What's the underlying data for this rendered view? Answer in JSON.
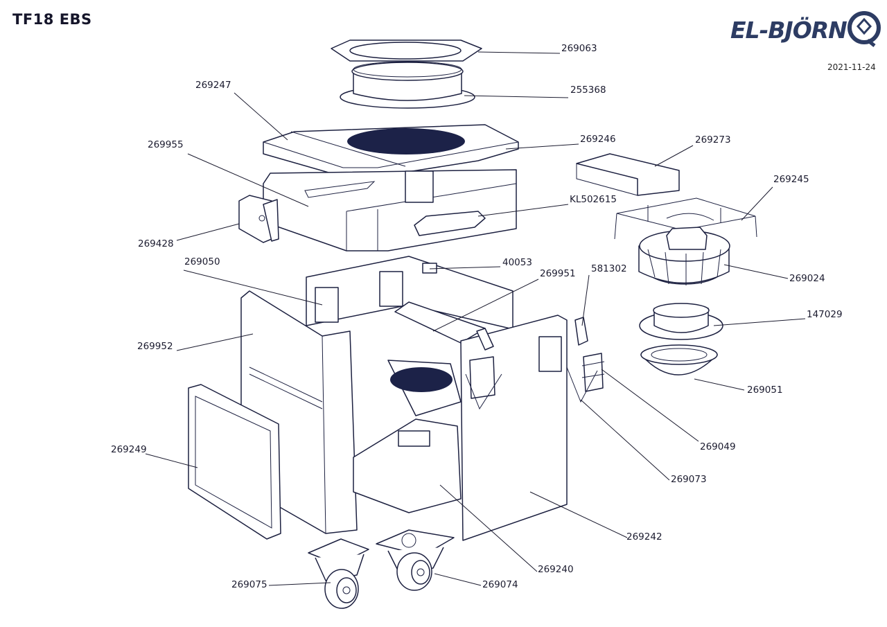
{
  "title": "TF18 EBS",
  "date": "2021-11-24",
  "brand": {
    "logo_text": "EL-BJÖRN",
    "color": "#2d3c63"
  },
  "parts": [
    {
      "id": "p269063",
      "number": "269063"
    },
    {
      "id": "p255368",
      "number": "255368"
    },
    {
      "id": "p269247",
      "number": "269247"
    },
    {
      "id": "p269246",
      "number": "269246"
    },
    {
      "id": "p269955",
      "number": "269955"
    },
    {
      "id": "p269273",
      "number": "269273"
    },
    {
      "id": "p269245",
      "number": "269245"
    },
    {
      "id": "pKL502615",
      "number": "KL502615"
    },
    {
      "id": "p269428",
      "number": "269428"
    },
    {
      "id": "p269050",
      "number": "269050"
    },
    {
      "id": "p40053",
      "number": "40053"
    },
    {
      "id": "p269951",
      "number": "269951"
    },
    {
      "id": "p581302",
      "number": "581302"
    },
    {
      "id": "p269024",
      "number": "269024"
    },
    {
      "id": "p147029",
      "number": "147029"
    },
    {
      "id": "p269952",
      "number": "269952"
    },
    {
      "id": "p269051",
      "number": "269051"
    },
    {
      "id": "p269249",
      "number": "269249"
    },
    {
      "id": "p269049",
      "number": "269049"
    },
    {
      "id": "p269073",
      "number": "269073"
    },
    {
      "id": "p269242",
      "number": "269242"
    },
    {
      "id": "p269240",
      "number": "269240"
    },
    {
      "id": "p269075",
      "number": "269075"
    },
    {
      "id": "p269074",
      "number": "269074"
    }
  ]
}
